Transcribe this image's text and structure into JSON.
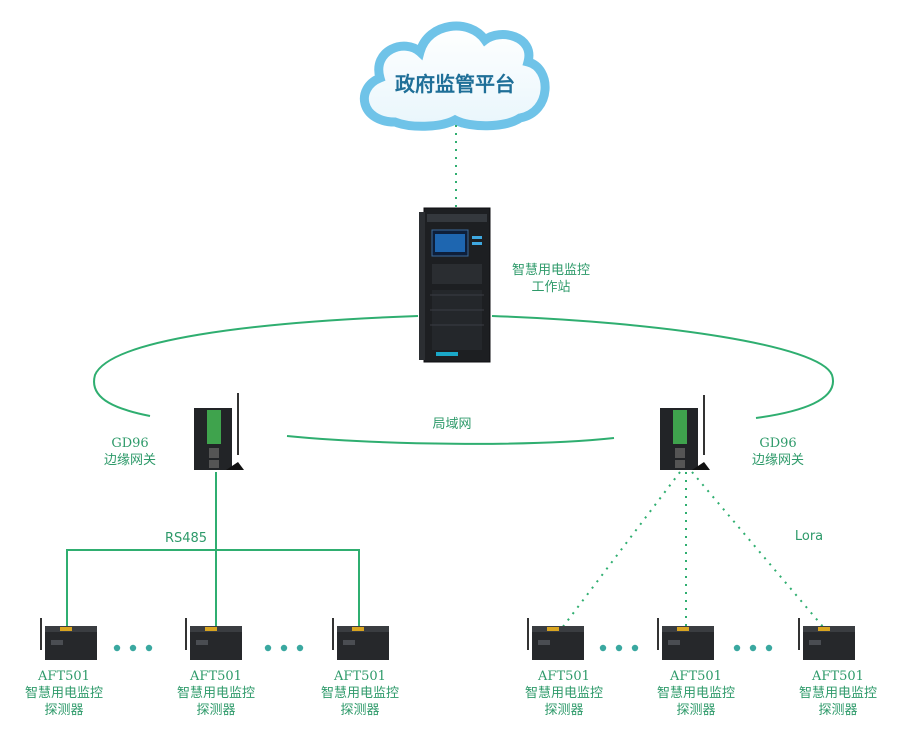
{
  "cloud": {
    "label": "政府监管平台"
  },
  "workstation": {
    "label_line1": "智慧用电监控",
    "label_line2": "工作站"
  },
  "network": {
    "lan_label": "局域网",
    "rs485_label": "RS485",
    "lora_label": "Lora"
  },
  "gateways": [
    {
      "model": "GD96",
      "name": "边缘网关"
    },
    {
      "model": "GD96",
      "name": "边缘网关"
    }
  ],
  "detectors": [
    {
      "model": "AFT501",
      "name_line1": "智慧用电监控",
      "name_line2": "探测器"
    },
    {
      "model": "AFT501",
      "name_line1": "智慧用电监控",
      "name_line2": "探测器"
    },
    {
      "model": "AFT501",
      "name_line1": "智慧用电监控",
      "name_line2": "探测器"
    },
    {
      "model": "AFT501",
      "name_line1": "智慧用电监控",
      "name_line2": "探测器"
    },
    {
      "model": "AFT501",
      "name_line1": "智慧用电监控",
      "name_line2": "探测器"
    },
    {
      "model": "AFT501",
      "name_line1": "智慧用电监控",
      "name_line2": "探测器"
    }
  ],
  "colors": {
    "line": "#2fae70",
    "text": "#2e9a6a",
    "dots": "#3aa8a0",
    "cloud": "#6fc3e8"
  }
}
